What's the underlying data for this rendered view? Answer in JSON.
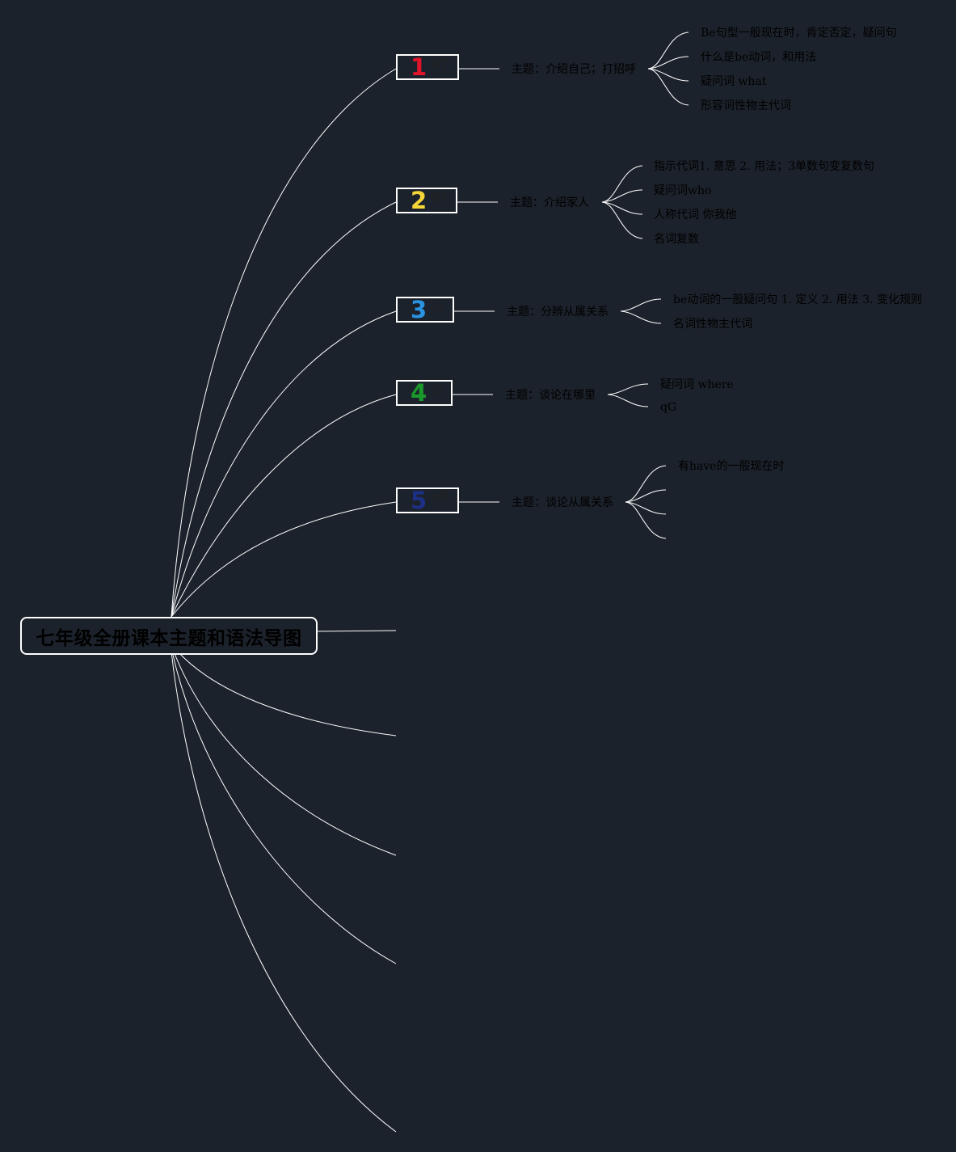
{
  "root": {
    "title": "七年级全册课本主题和语法导图"
  },
  "units": [
    {
      "number": "1",
      "number_color": "#e0142b",
      "code": "hT",
      "topic": "主题：介绍自己；打招呼",
      "points": [
        "Be句型一般现在时，肯定否定，疑问句",
        "什么是be动词，和用法",
        "疑问词 what",
        "形容词性物主代词"
      ]
    },
    {
      "number": "2",
      "number_color": "#f5d538",
      "code": "iO",
      "topic": "主题：介绍家人",
      "points": [
        "指示代词1. 意思 2. 用法；3单数句变复数句",
        "疑问词who",
        "人称代词 你我他",
        "名词复数"
      ]
    },
    {
      "number": "3",
      "number_color": "#2a93e2",
      "code": "lo",
      "topic": "主题：分辨从属关系",
      "points": [
        "be动词的一般疑问句 1. 定义 2. 用法 3. 变化规则",
        "名词性物主代词"
      ]
    },
    {
      "number": "4",
      "number_color": "#1a9a2a",
      "code": "ts",
      "topic": "主题：谈论在哪里",
      "points": [
        "疑问词 where",
        "qG"
      ]
    },
    {
      "number": "5",
      "number_color": "#1d2f86",
      "code": "uE",
      "topic": "主题：谈论从属关系",
      "points": [
        "有have的一般现在时",
        "",
        "",
        ""
      ]
    }
  ]
}
